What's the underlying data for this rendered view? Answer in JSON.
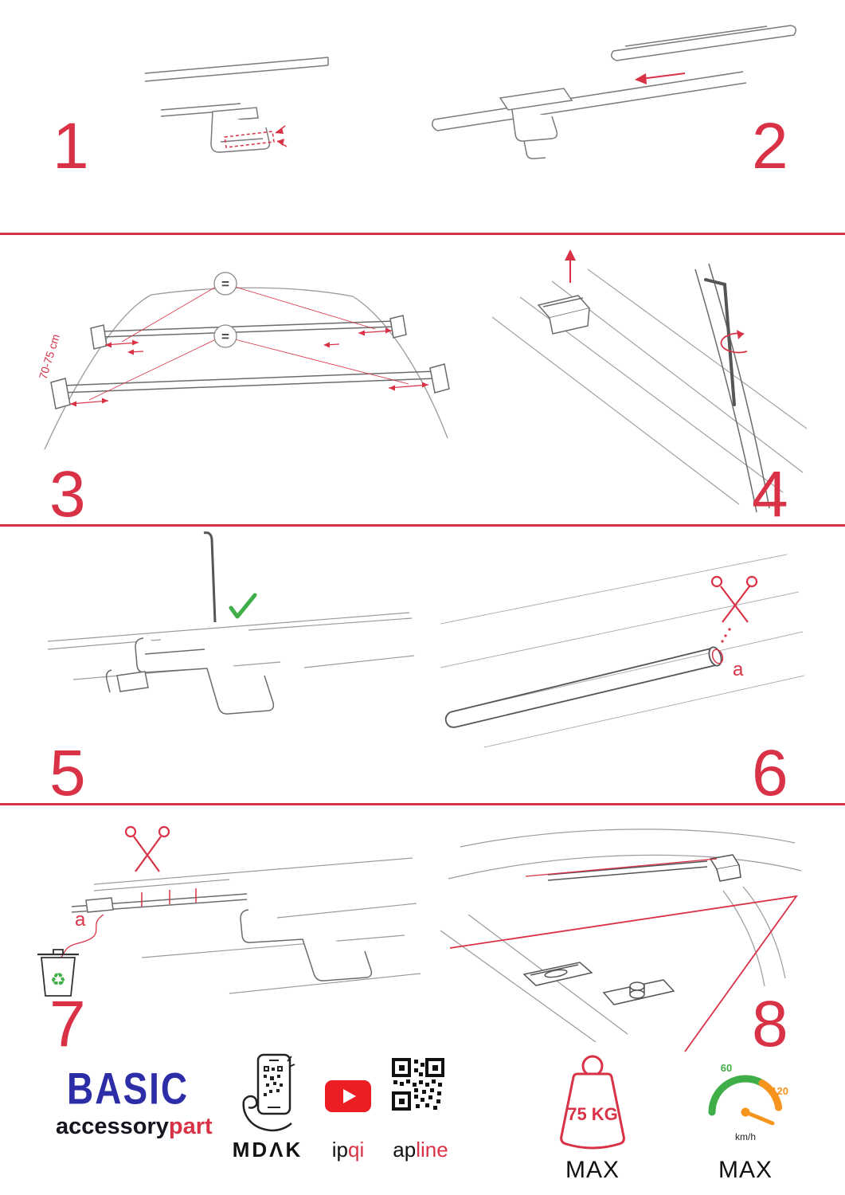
{
  "meta": {
    "accent_red": "#d93246",
    "brand_blue": "#2d2da8",
    "green": "#3fae49",
    "orange": "#f7941d",
    "youtube_red": "#ed1d24"
  },
  "steps": [
    {
      "number": "1"
    },
    {
      "number": "2"
    },
    {
      "number": "3",
      "dimension": "70-75 cm",
      "equal": "="
    },
    {
      "number": "4"
    },
    {
      "number": "5"
    },
    {
      "number": "6",
      "part_label": "a"
    },
    {
      "number": "7",
      "part_label": "a",
      "recycle_icon": "♻"
    },
    {
      "number": "8"
    }
  ],
  "footer": {
    "brand": {
      "title": "BASIC",
      "name_black": "accessory",
      "name_red": "part"
    },
    "mdak": {
      "label": "MDΛK"
    },
    "ipqi": {
      "label_black": "ip",
      "label_red": "qi"
    },
    "apline": {
      "label_black": "ap",
      "label_red": "line"
    },
    "weight": {
      "value": "75 KG",
      "max": "MAX"
    },
    "speed": {
      "tick_low": "60",
      "tick_high": "120",
      "unit": "km/h",
      "max": "MAX"
    }
  }
}
